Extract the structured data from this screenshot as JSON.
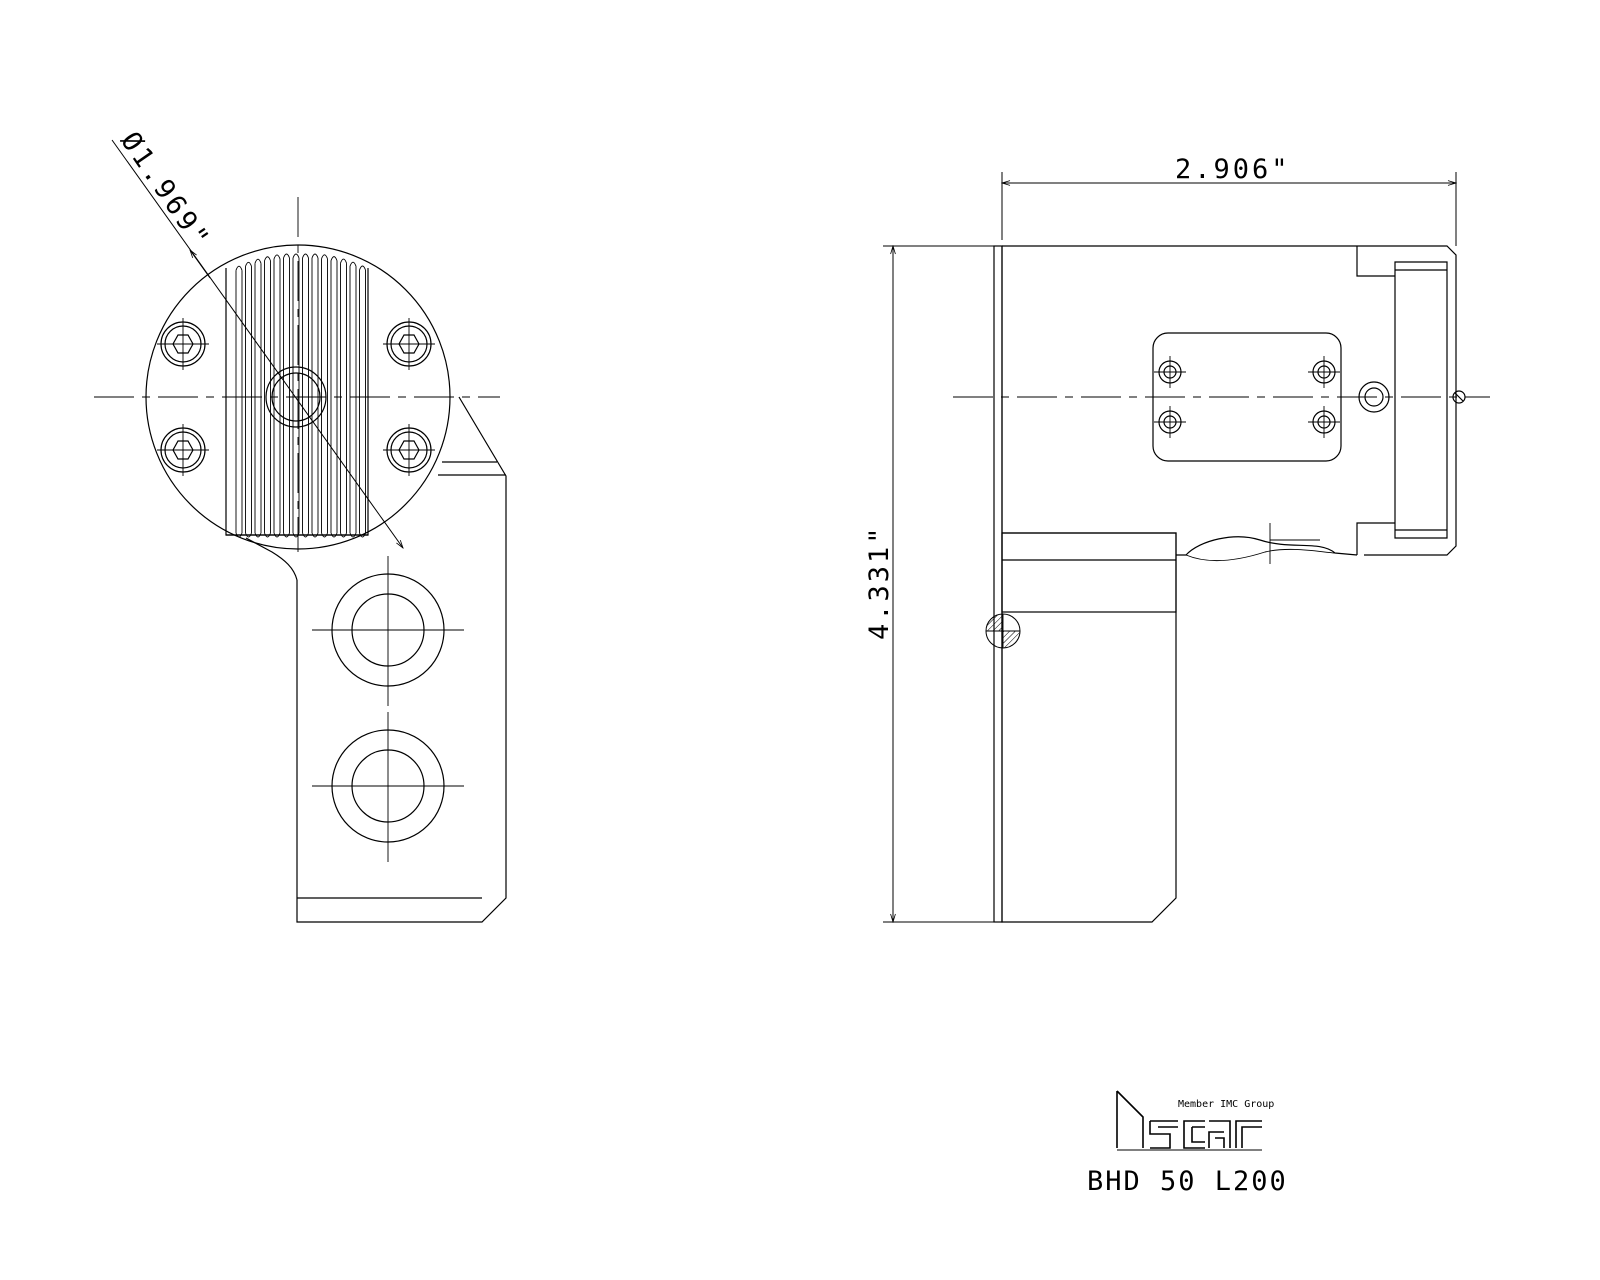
{
  "dimensions": {
    "diameter": "Ø1.969\"",
    "width": "2.906\"",
    "height": "4.331\""
  },
  "logo": {
    "tagline": "Member IMC Group",
    "brand": "iscar"
  },
  "part_number": "BHD 50 L200",
  "colors": {
    "line": "#000000",
    "background": "#ffffff"
  }
}
